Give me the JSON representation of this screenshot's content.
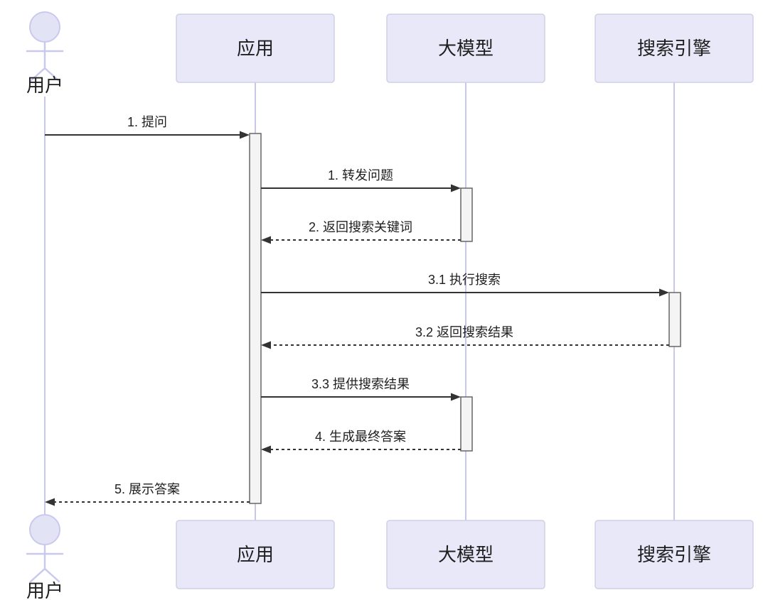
{
  "diagram": {
    "type": "sequence-diagram",
    "actors": [
      {
        "id": "user",
        "label": "用户",
        "kind": "actor"
      },
      {
        "id": "app",
        "label": "应用",
        "kind": "participant"
      },
      {
        "id": "llm",
        "label": "大模型",
        "kind": "participant"
      },
      {
        "id": "search",
        "label": "搜索引擎",
        "kind": "participant"
      }
    ],
    "messages": [
      {
        "label": "1. 提问",
        "from": "用户",
        "to": "应用",
        "line": "solid"
      },
      {
        "label": "1. 转发问题",
        "from": "应用",
        "to": "大模型",
        "line": "solid"
      },
      {
        "label": "2. 返回搜索关键词",
        "from": "大模型",
        "to": "应用",
        "line": "dashed"
      },
      {
        "label": "3.1 执行搜索",
        "from": "应用",
        "to": "搜索引擎",
        "line": "solid"
      },
      {
        "label": "3.2 返回搜索结果",
        "from": "搜索引擎",
        "to": "应用",
        "line": "dashed"
      },
      {
        "label": "3.3 提供搜索结果",
        "from": "应用",
        "to": "大模型",
        "line": "solid"
      },
      {
        "label": "4. 生成最终答案",
        "from": "大模型",
        "to": "应用",
        "line": "dashed"
      },
      {
        "label": "5. 展示答案",
        "from": "应用",
        "to": "用户",
        "line": "dashed"
      }
    ],
    "colors": {
      "background": "#ffffff",
      "participant_fill": "#E8E8F8",
      "participant_border": "#D0D0E6",
      "lifeline": "#C8C8E8",
      "activation_fill": "#F4F4F4",
      "activation_border": "#666666",
      "message_line": "#333333",
      "text": "#1F1F1F",
      "actor_stroke": "#C9C9EE",
      "actor_head_fill": "#E3E3F6"
    }
  }
}
